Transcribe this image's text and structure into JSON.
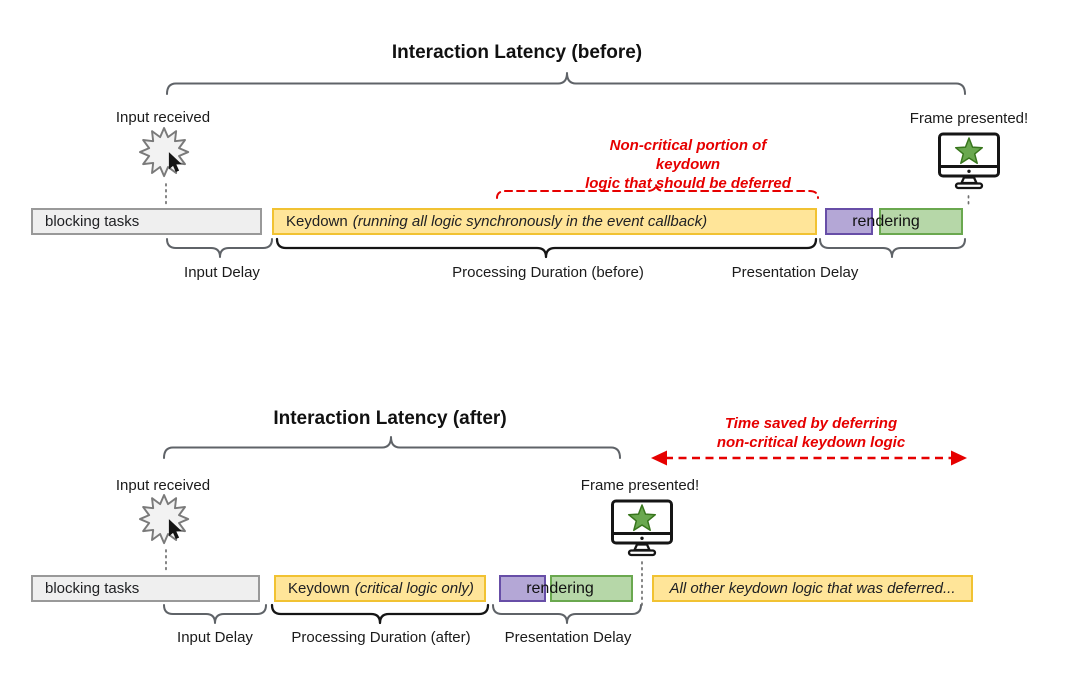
{
  "before": {
    "title": "Interaction Latency (before)",
    "input_received": "Input received",
    "frame_presented": "Frame presented!",
    "annotation_line1": "Non-critical portion of keydown",
    "annotation_line2": "logic that should be deferred",
    "bars": {
      "blocking_tasks": "blocking tasks",
      "keydown_main": "Keydown",
      "keydown_detail": "(running all logic synchronously in the event callback)",
      "rendering": "rendering"
    },
    "spans": {
      "input_delay": "Input Delay",
      "processing_duration": "Processing Duration (before)",
      "presentation_delay": "Presentation Delay"
    }
  },
  "after": {
    "title": "Interaction Latency (after)",
    "input_received": "Input received",
    "frame_presented": "Frame presented!",
    "annotation_line1": "Time saved by deferring",
    "annotation_line2": "non-critical keydown logic",
    "bars": {
      "blocking_tasks": "blocking tasks",
      "keydown_main": "Keydown",
      "keydown_detail": "(critical logic only)",
      "rendering": "rendering",
      "deferred": "All other keydown logic that was deferred..."
    },
    "spans": {
      "input_delay": "Input Delay",
      "processing_duration": "Processing Duration (after)",
      "presentation_delay": "Presentation Delay"
    }
  },
  "colors": {
    "task_yellow_fill": "#ffe599",
    "task_yellow_border": "#f1c232",
    "blocking_gray_fill": "#efefef",
    "blocking_gray_border": "#999999",
    "purple_fill": "#b4a7d6",
    "purple_border": "#674ea7",
    "green_fill": "#b6d7a8",
    "green_border": "#6aa84f",
    "star_green_fill": "#6aa84f",
    "star_green_border": "#38761d",
    "annotation_red": "#e60000",
    "brace_gray": "#5f6368"
  }
}
